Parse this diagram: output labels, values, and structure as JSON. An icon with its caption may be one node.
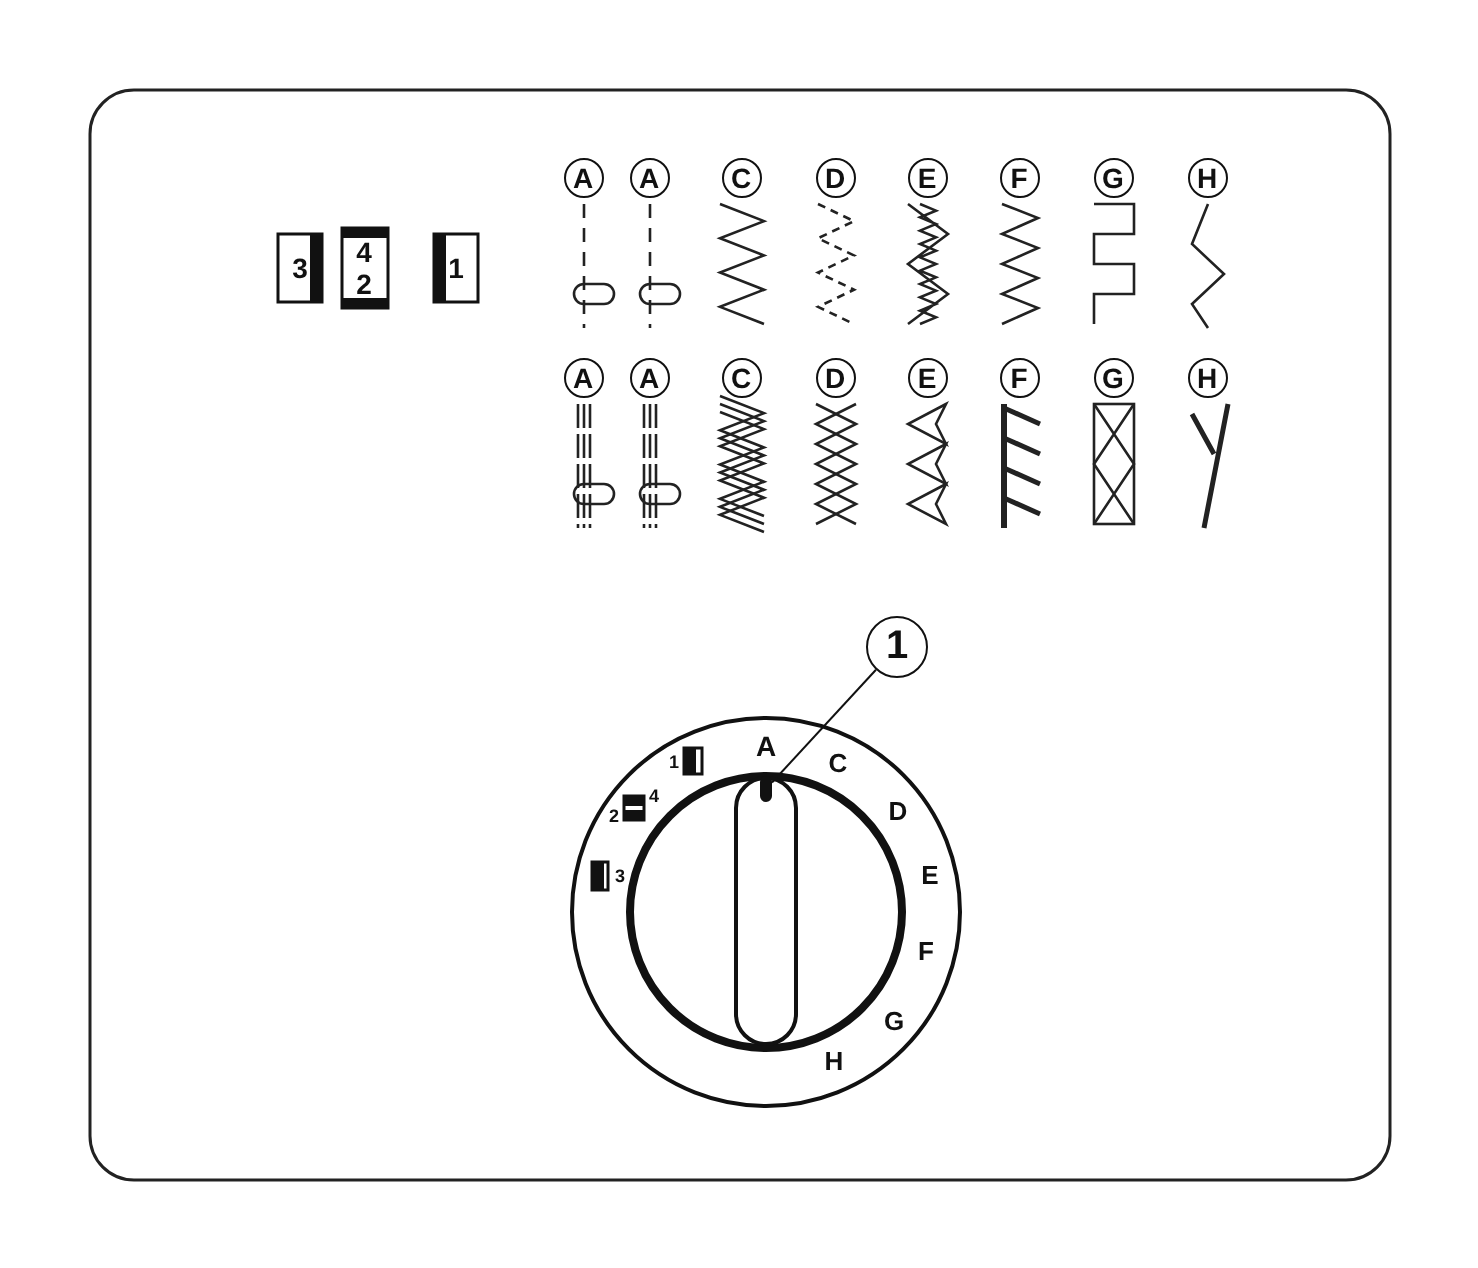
{
  "diagram": {
    "nodes": [
      {
        "text": [
          "1"
        ]
      },
      {
        "text": [],
        "shape": "bar"
      }
    ],
    "edges": [
      {
        "from": 0,
        "to": 1,
        "arrow": "none"
      }
    ],
    "labels": [
      "A",
      "A",
      "C",
      "D",
      "E",
      "F",
      "G",
      "H",
      "3",
      "4",
      "2",
      "1",
      "A",
      "A",
      "C",
      "D",
      "E",
      "F",
      "G",
      "H",
      "A",
      "1",
      "C",
      "2",
      "4",
      "D",
      "3",
      "E",
      "F",
      "G",
      "H"
    ]
  }
}
